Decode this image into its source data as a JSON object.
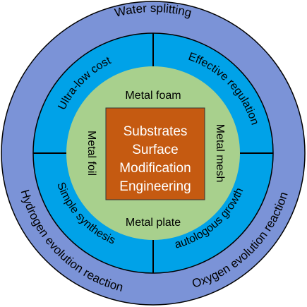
{
  "colors": {
    "outer_ring": "#7b93d7",
    "middle_ring": "#00a2e8",
    "inner_circle": "#a8d08d",
    "center_box": "#c55a11",
    "center_text": "#ffffff",
    "stroke": "#000000"
  },
  "outer_ring": {
    "top": "Water splitting",
    "left": "Hydrogen evolution reaction",
    "right": "Oxygen evolution reaction"
  },
  "middle_ring": {
    "top_left": "Ultra-low cost",
    "top_right": "Effective regulation",
    "bottom_left": "Simple synthesis",
    "bottom_right": "autologous growth"
  },
  "inner_circle": {
    "top": "Metal foam",
    "bottom": "Metal plate",
    "left": "Metal foil",
    "right": "Metal mesh"
  },
  "center": {
    "line1": "Substrates",
    "line2": "Surface",
    "line3": "Modification",
    "line4": "Engineering"
  }
}
